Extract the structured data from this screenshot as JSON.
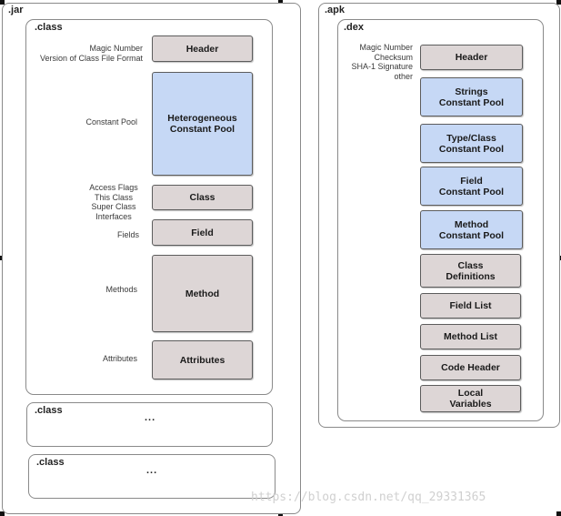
{
  "jar": {
    "title": ".jar",
    "class_title": ".class",
    "labels": {
      "header": "Magic Number\nVersion of Class File Format",
      "constant_pool": "Constant Pool",
      "class": "Access Flags\nThis Class\nSuper Class\nInterfaces",
      "fields": "Fields",
      "methods": "Methods",
      "attributes": "Attributes"
    },
    "boxes": {
      "header": "Header",
      "constant_pool": "Heterogeneous\nConstant Pool",
      "class": "Class",
      "field": "Field",
      "method": "Method",
      "attributes": "Attributes"
    },
    "extra_classes": [
      {
        "title": ".class",
        "ellipsis": "..."
      },
      {
        "title": ".class",
        "ellipsis": "..."
      }
    ]
  },
  "apk": {
    "title": ".apk",
    "dex_title": ".dex",
    "header_label": "Magic Number\nChecksum\nSHA-1 Signature\nother",
    "boxes": {
      "header": "Header",
      "strings": "Strings\nConstant Pool",
      "type_class": "Type/Class\nConstant Pool",
      "field_pool": "Field\nConstant Pool",
      "method_pool": "Method\nConstant Pool",
      "class_defs": "Class\nDefinitions",
      "field_list": "Field List",
      "method_list": "Method List",
      "code_header": "Code Header",
      "local_vars": "Local\nVariables"
    }
  },
  "watermark": "https://blog.csdn.net/qq_29331365",
  "colors": {
    "gray_box": "#ddd6d6",
    "blue_box": "#c6d8f5",
    "border": "#5c5c5c"
  }
}
